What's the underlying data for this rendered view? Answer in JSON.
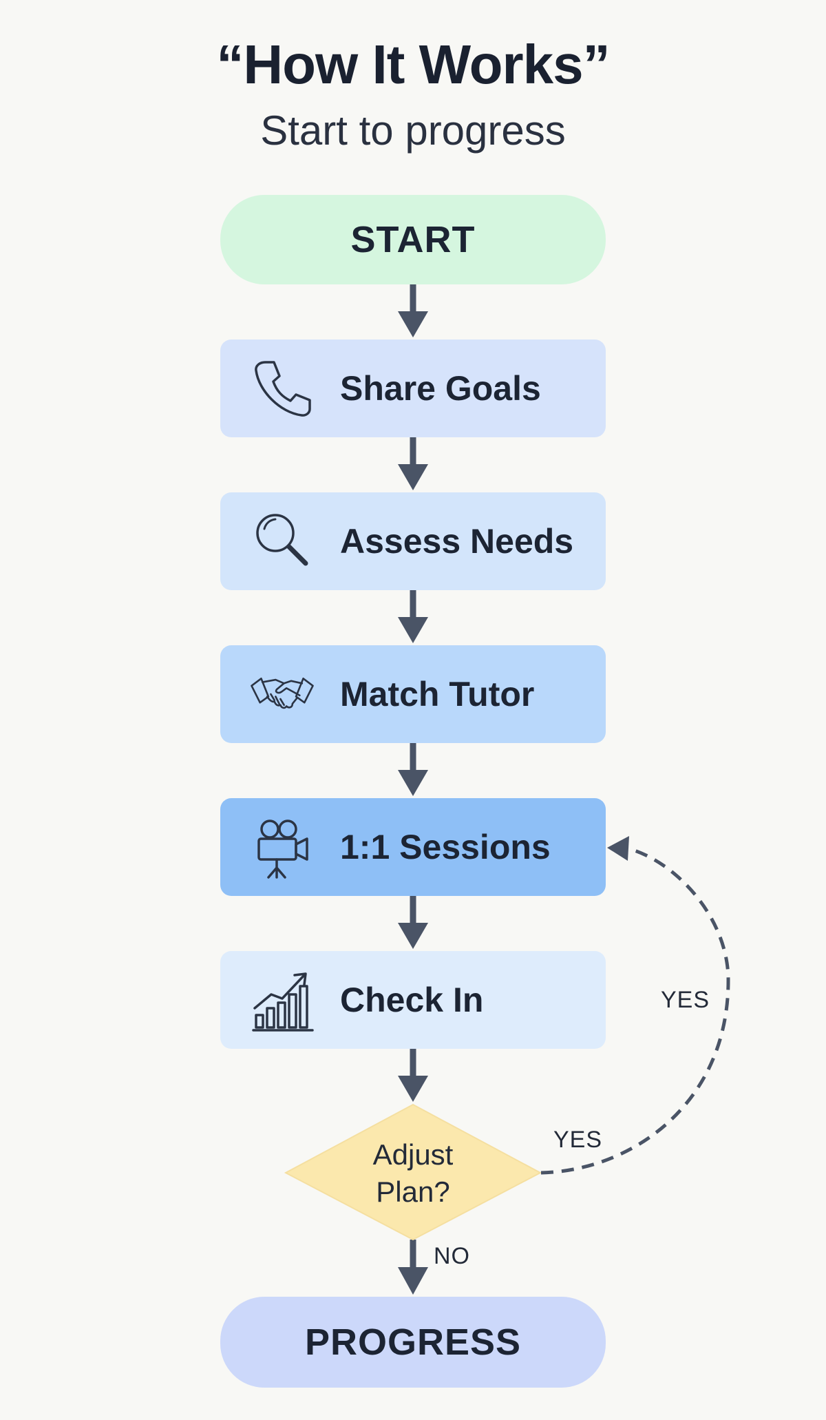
{
  "header": {
    "title": "“How It Works”",
    "subtitle": "Start to progress"
  },
  "flow": {
    "start_label": "START",
    "steps": [
      {
        "label": "Share Goals",
        "icon": "phone-icon"
      },
      {
        "label": "Assess Needs",
        "icon": "magnifier-icon"
      },
      {
        "label": "Match Tutor",
        "icon": "handshake-icon"
      },
      {
        "label": "1:1 Sessions",
        "icon": "video-camera-icon"
      },
      {
        "label": "Check In",
        "icon": "growth-chart-icon"
      }
    ],
    "decision": {
      "line1": "Adjust",
      "line2": "Plan?"
    },
    "edge_labels": {
      "yes_upper": "YES",
      "yes_lower": "YES",
      "no": "NO"
    },
    "end_label": "PROGRESS"
  },
  "colors": {
    "start_fill": "#d5f6df",
    "step_share_fill": "#d6e3fb",
    "step_assess_fill": "#d3e5fb",
    "step_match_fill": "#b9d8fb",
    "step_sessions_fill": "#8ebff6",
    "step_check_fill": "#deecfc",
    "decision_fill": "#fbe8ad",
    "end_fill": "#ccd8fa",
    "arrow": "#4a5466",
    "text": "#1c2433"
  }
}
